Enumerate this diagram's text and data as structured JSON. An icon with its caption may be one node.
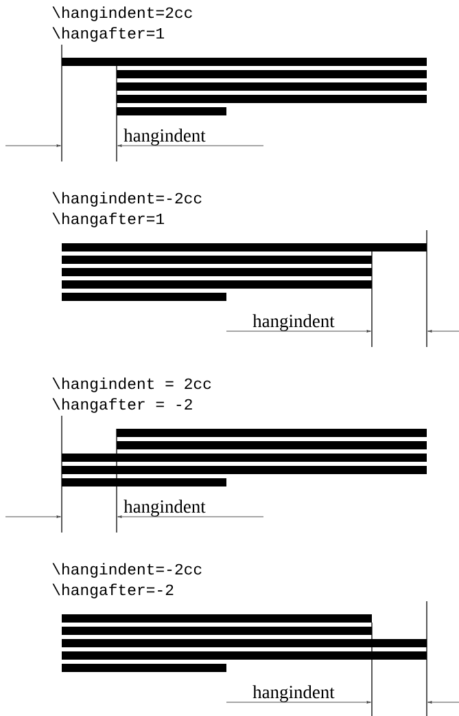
{
  "diagram": {
    "labels": [
      "\\hangindent=2cc",
      "\\hangafter=1",
      "hangindent",
      "\\hangindent=-2cc",
      "\\hangafter=1",
      "hangindent",
      "\\hangindent = 2cc",
      "\\hangafter = -2",
      "hangindent",
      "\\hangindent=-2cc",
      "\\hangafter=-2",
      "hangindent"
    ]
  }
}
